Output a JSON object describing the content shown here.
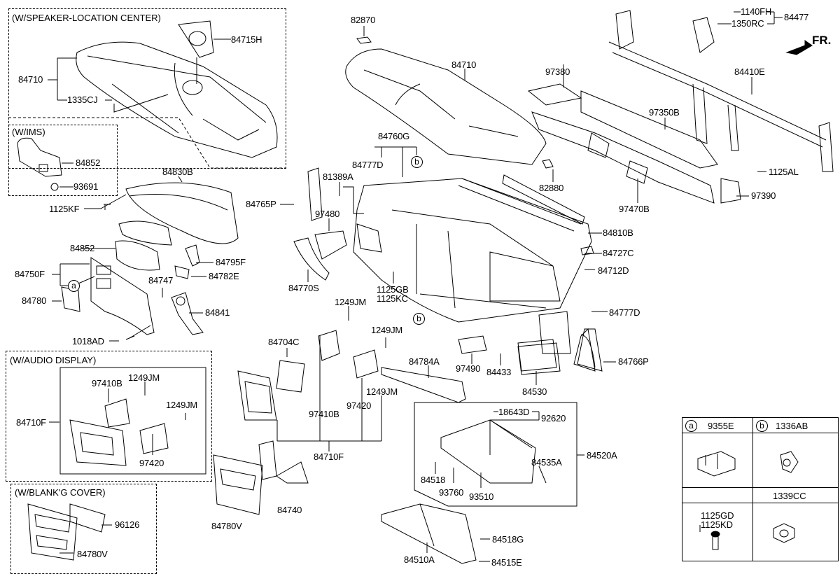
{
  "diagram": {
    "title": "Crash Pad / Instrument Panel Parts Diagram",
    "orientation_label": "FR.",
    "option_groups": [
      {
        "id": "speaker",
        "label": "(W/SPEAKER-LOCATION CENTER)"
      },
      {
        "id": "ims",
        "label": "(W/IMS)"
      },
      {
        "id": "audio",
        "label": "(W/AUDIO DISPLAY)"
      },
      {
        "id": "blank",
        "label": "(W/BLANK'G COVER)"
      }
    ],
    "callouts": {
      "speaker_84715H": "84715H",
      "speaker_84710": "84710",
      "speaker_1335CJ": "1335CJ",
      "ims_84852": "84852",
      "ims_93691": "93691",
      "p84830B": "84830B",
      "p1125KF": "1125KF",
      "p84852": "84852",
      "p84750F": "84750F",
      "p84780": "84780",
      "p1018AD": "1018AD",
      "p84795F": "84795F",
      "p84782E": "84782E",
      "p84747": "84747",
      "p84841": "84841",
      "audio_84710F": "84710F",
      "audio_97410B": "97410B",
      "audio_1249JM_a": "1249JM",
      "audio_1249JM_b": "1249JM",
      "audio_97420": "97420",
      "blank_96126": "96126",
      "blank_84780V": "84780V",
      "p82870": "82870",
      "p84710": "84710",
      "p82880": "82880",
      "p84760G": "84760G",
      "p84777D_top": "84777D",
      "p81389A": "81389A",
      "p84765P": "84765P",
      "p97480": "97480",
      "p84770S": "84770S",
      "p1125GB": "1125GB",
      "p1125KC": "1125KC",
      "p1249JM_1": "1249JM",
      "p84704C": "84704C",
      "p1249JM_2": "1249JM",
      "p84784A": "84784A",
      "p97410B": "97410B",
      "p97420": "97420",
      "p1249JM_3": "1249JM",
      "p84710F": "84710F",
      "p84780V": "84780V",
      "p84740": "84740",
      "p1140FH": "1140FH",
      "p1350RC": "1350RC",
      "p84477": "84477",
      "p84410E": "84410E",
      "p97380": "97380",
      "p97350B": "97350B",
      "p97470B": "97470B",
      "p1125AL": "1125AL",
      "p97390": "97390",
      "p84810B": "84810B",
      "p84727C": "84727C",
      "p84712D": "84712D",
      "p84777D": "84777D",
      "p84766P": "84766P",
      "p97490": "97490",
      "p84433": "84433",
      "p84530": "84530",
      "p18643D": "18643D",
      "p92620": "92620",
      "p84535A": "84535A",
      "p84520A": "84520A",
      "p84518": "84518",
      "p93760": "93760",
      "p93510": "93510",
      "p84518G": "84518G",
      "p84510A": "84510A",
      "p84515E": "84515E"
    },
    "ref_markers": {
      "a": "a",
      "b": "b"
    },
    "legend": {
      "cells": [
        {
          "marker": "a",
          "part": "9355E"
        },
        {
          "marker": "b",
          "part": "1336AB"
        },
        {
          "marker": "",
          "part": ""
        },
        {
          "marker": "",
          "part": "1339CC"
        }
      ],
      "bolt_parts": [
        "1125GD",
        "1125KD"
      ]
    }
  }
}
